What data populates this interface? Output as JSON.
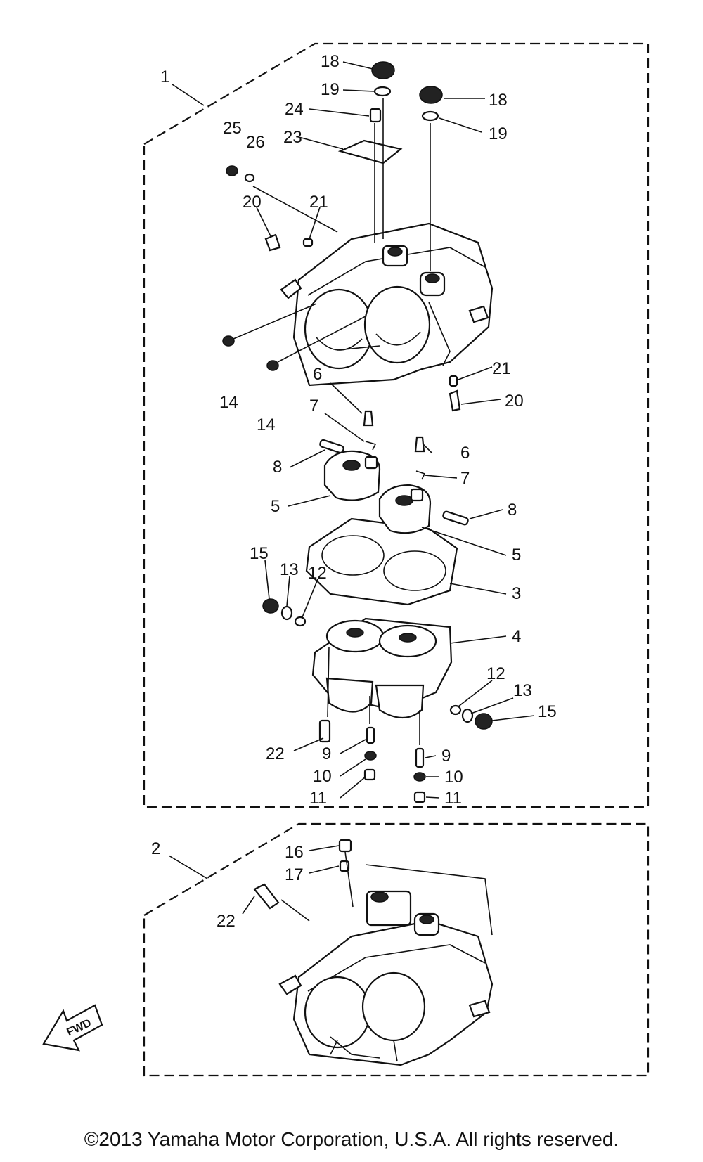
{
  "callouts": {
    "n1": "1",
    "n2": "2",
    "n3": "3",
    "n4": "4",
    "n5a": "5",
    "n5b": "5",
    "n6a": "6",
    "n6b": "6",
    "n7a": "7",
    "n7b": "7",
    "n8a": "8",
    "n8b": "8",
    "n9a": "9",
    "n9b": "9",
    "n10a": "10",
    "n10b": "10",
    "n11a": "11",
    "n11b": "11",
    "n12a": "12",
    "n12b": "12",
    "n13a": "13",
    "n13b": "13",
    "n14a": "14",
    "n14b": "14",
    "n15a": "15",
    "n15b": "15",
    "n16": "16",
    "n17": "17",
    "n18a": "18",
    "n18b": "18",
    "n19a": "19",
    "n19b": "19",
    "n20a": "20",
    "n20b": "20",
    "n21a": "21",
    "n21b": "21",
    "n22a": "22",
    "n22b": "22",
    "n23": "23",
    "n24": "24",
    "n25": "25",
    "n26": "26"
  },
  "fwd_label": "FWD",
  "copyright": "©2013 Yamaha Motor Corporation, U.S.A. All rights reserved."
}
